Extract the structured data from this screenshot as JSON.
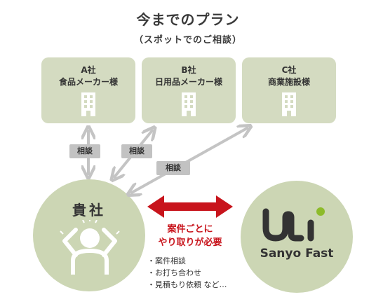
{
  "title": "今までのプラン",
  "subtitle": "（スポットでのご相談）",
  "companies": [
    {
      "line1": "A社",
      "line2": "食品メーカー様"
    },
    {
      "line1": "B社",
      "line2": "日用品メーカー様"
    },
    {
      "line1": "C社",
      "line2": "商業施設様"
    }
  ],
  "edge_labels": [
    "相談",
    "相談",
    "相談"
  ],
  "client_label": "貴社",
  "red_caption": [
    "案件ごとに",
    "やり取りが必要"
  ],
  "issues": [
    "・案件相談",
    "・お打ち合わせ",
    "・見積もり依頼 など…"
  ],
  "logo": {
    "text": "Sanyo Fast",
    "accent_color": "#8dbb2a"
  },
  "colors": {
    "box": "#d4dbc1",
    "circle": "#ccd6b4",
    "arrow_gray": "#c4c4c4",
    "arrow_red": "#c8141c"
  }
}
